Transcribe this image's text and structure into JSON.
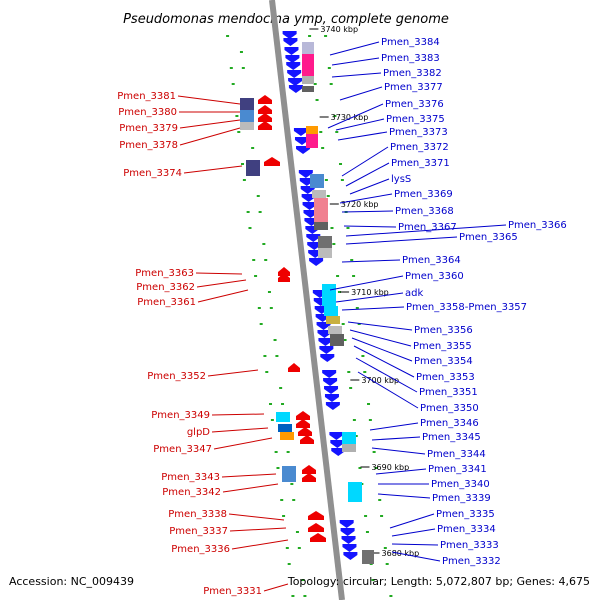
{
  "title": "Pseudomonas mendocina ymp, complete genome",
  "accession_text": "Accession: NC_009439",
  "topology_text": "Topology: circular; Length: 5,072,807 bp; Genes: 4,675",
  "colors": {
    "forward_label": "#0000cc",
    "reverse_label": "#cc0000",
    "forward_gene": "#1414ff",
    "reverse_gene": "#ee0000",
    "backbone": "#909090",
    "dots": "#22aa22"
  },
  "kbp_marks": [
    {
      "label": "3740 kbp"
    },
    {
      "label": "3730 kbp"
    },
    {
      "label": "3720 kbp"
    },
    {
      "label": "3710 kbp"
    },
    {
      "label": "3700 kbp"
    },
    {
      "label": "3690 kbp"
    },
    {
      "label": "3680 kbp"
    }
  ],
  "forward_labels": [
    "Pmen_3384",
    "Pmen_3383",
    "Pmen_3382",
    "Pmen_3377",
    "Pmen_3376",
    "Pmen_3375",
    "Pmen_3373",
    "Pmen_3372",
    "Pmen_3371",
    "lysS",
    "Pmen_3369",
    "Pmen_3368",
    "Pmen_3367",
    "Pmen_3366",
    "Pmen_3365",
    "Pmen_3364",
    "Pmen_3360",
    "adk",
    "Pmen_3358-Pmen_3357",
    "Pmen_3356",
    "Pmen_3355",
    "Pmen_3354",
    "Pmen_3353",
    "Pmen_3351",
    "Pmen_3350",
    "Pmen_3346",
    "Pmen_3345",
    "Pmen_3344",
    "Pmen_3341",
    "Pmen_3340",
    "Pmen_3339",
    "Pmen_3335",
    "Pmen_3334",
    "Pmen_3333",
    "Pmen_3332"
  ],
  "reverse_labels": [
    "Pmen_3381",
    "Pmen_3380",
    "Pmen_3379",
    "Pmen_3378",
    "Pmen_3374",
    "Pmen_3363",
    "Pmen_3362",
    "Pmen_3361",
    "Pmen_3352",
    "Pmen_3349",
    "glpD",
    "Pmen_3347",
    "Pmen_3343",
    "Pmen_3342",
    "Pmen_3338",
    "Pmen_3337",
    "Pmen_3336",
    "Pmen_3331"
  ]
}
